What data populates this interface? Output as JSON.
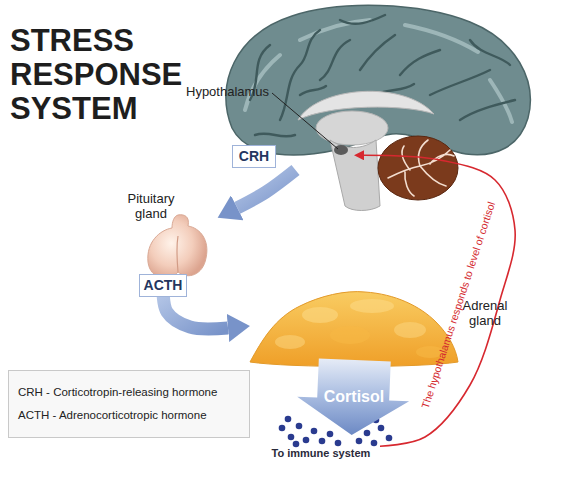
{
  "diagram": {
    "title": "STRESS RESPONSE SYSTEM",
    "nodes": [
      {
        "text": [
          "Hypothalamus"
        ]
      },
      {
        "text": [
          "Pituitary gland"
        ]
      },
      {
        "text": [
          "Adrenal gland"
        ]
      },
      {
        "text": [
          "To immune system"
        ]
      },
      {
        "text": [
          "CRH - Corticotropin-releasing hormone",
          "ACTH - Adrenocorticotropic hormone"
        ]
      }
    ],
    "edges": [
      {
        "from": 0,
        "to": 1,
        "arrow": "to",
        "label": "CRH"
      },
      {
        "from": 1,
        "to": 2,
        "arrow": "to",
        "label": "ACTH"
      },
      {
        "from": 2,
        "to": 3,
        "arrow": "to",
        "label": "Cortisol"
      },
      {
        "from": 3,
        "to": 0,
        "arrow": "to",
        "label": "The hypothalamus responds to level of cortisol"
      }
    ]
  }
}
